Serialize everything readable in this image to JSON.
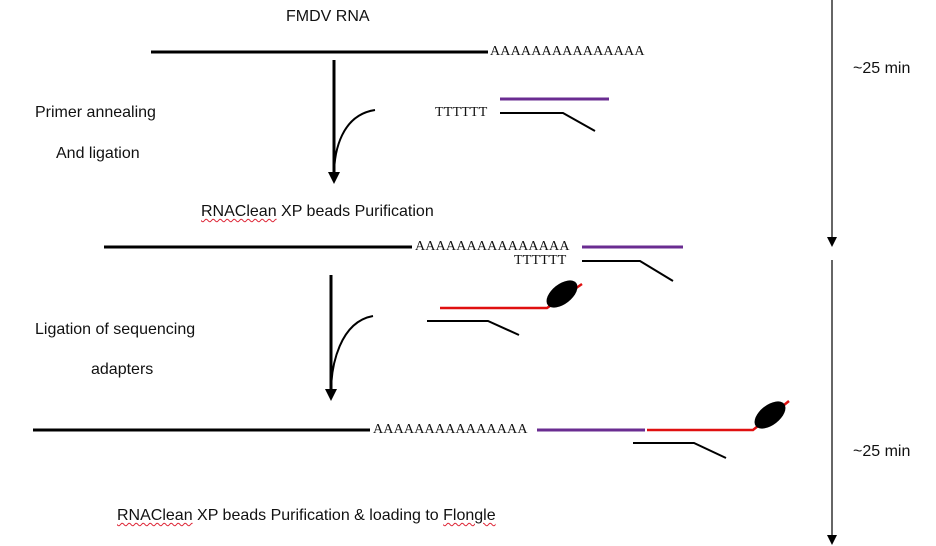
{
  "title": "FMDV RNA",
  "steps": {
    "primer_annealing": "Primer annealing",
    "and_ligation": "And ligation",
    "purification_1": {
      "underlined": "RNAClean",
      "rest": " XP beads Purification"
    },
    "ligation_adapters": "Ligation of sequencing",
    "adapters": "adapters",
    "purification_2": {
      "underlined_1": "RNAClean",
      "middle": " XP beads Purification & loading to ",
      "underlined_2": "Flongle"
    }
  },
  "sequences": {
    "polyA": "AAAAAAAAAAAAAAA",
    "polyT": "TTTTTT"
  },
  "timings": {
    "first": "~25 min",
    "second": "~25 min"
  },
  "colors": {
    "rna": "#000000",
    "primer": "#6a2c91",
    "adapter": "#e01010",
    "motor_protein": "#000000"
  }
}
